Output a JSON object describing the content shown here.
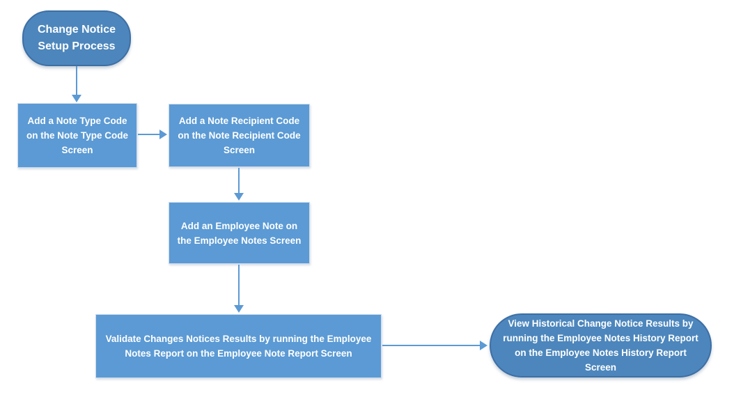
{
  "diagram": {
    "type": "flowchart",
    "title": "Change Notice Setup Process",
    "colors": {
      "background": "#ffffff",
      "terminator_fill": "#4c86bc",
      "terminator_border": "#3d6fa5",
      "process_fill": "#5b9ad4",
      "process_border": "#cfdcec",
      "connector": "#5b9ad4",
      "text": "#ffffff"
    },
    "nodes": {
      "start": {
        "shape": "terminator",
        "label": "Change Notice Setup Process"
      },
      "step1": {
        "shape": "process",
        "label": "Add a Note Type Code on the Note Type Code Screen"
      },
      "step2": {
        "shape": "process",
        "label": "Add a Note Recipient Code on the Note Recipient Code Screen"
      },
      "step3": {
        "shape": "process",
        "label": "Add an Employee Note on the Employee Notes Screen"
      },
      "step4": {
        "shape": "process",
        "label": "Validate Changes Notices Results by running the Employee Notes Report on the Employee Note Report Screen"
      },
      "end": {
        "shape": "terminator",
        "label": "View Historical Change Notice Results by running the Employee Notes History Report on the Employee Notes History Report Screen"
      }
    },
    "connectors": [
      {
        "from": "start",
        "to": "step1",
        "direction": "down"
      },
      {
        "from": "step1",
        "to": "step2",
        "direction": "right"
      },
      {
        "from": "step2",
        "to": "step3",
        "direction": "down"
      },
      {
        "from": "step3",
        "to": "step4",
        "direction": "down"
      },
      {
        "from": "step4",
        "to": "end",
        "direction": "right"
      }
    ]
  }
}
